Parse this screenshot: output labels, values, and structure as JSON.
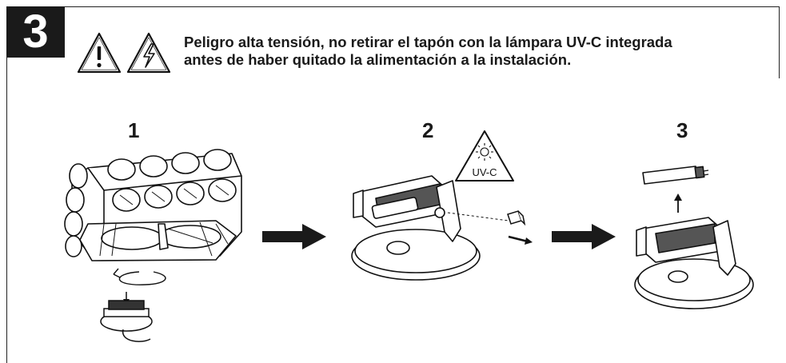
{
  "step": {
    "number": "3"
  },
  "warning": {
    "line1": "Peligro alta tensión, no retirar el tapón con la lámpara UV-C integrada",
    "line2": "antes de haber quitado la alimentación a la instalación.",
    "icons": [
      "general-warning-icon",
      "high-voltage-icon"
    ]
  },
  "substeps": [
    {
      "label": "1"
    },
    {
      "label": "2"
    },
    {
      "label": "3"
    }
  ],
  "uv_symbol": {
    "label": "UV-C"
  }
}
